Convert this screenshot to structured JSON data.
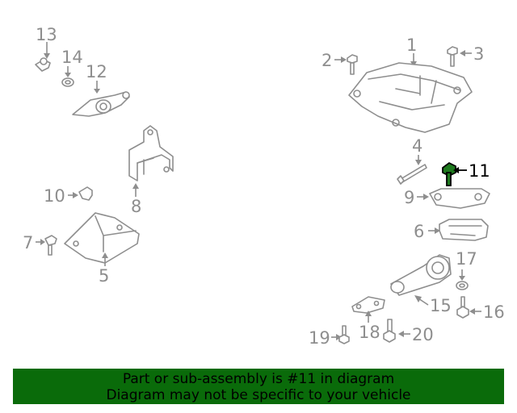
{
  "callouts": {
    "c1": "1",
    "c2": "2",
    "c3": "3",
    "c4": "4",
    "c5": "5",
    "c6": "6",
    "c7": "7",
    "c8": "8",
    "c9": "9",
    "c10": "10",
    "c11": "11",
    "c12": "12",
    "c13": "13",
    "c14": "14",
    "c15": "15",
    "c16": "16",
    "c17": "17",
    "c18": "18",
    "c19": "19",
    "c20": "20"
  },
  "highlight": {
    "part": "11",
    "color": "#1e7a1e"
  },
  "banner": {
    "line1": "Part or sub-assembly is #11 in diagram",
    "line2": "Diagram may not be specific to your vehicle",
    "bg_color": "#0a6b0a"
  }
}
